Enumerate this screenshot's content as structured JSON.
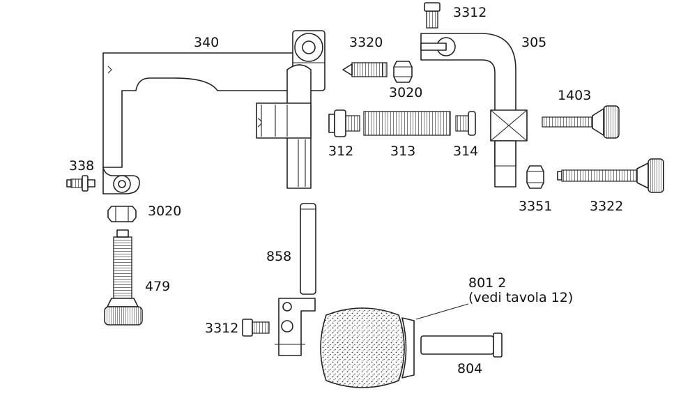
{
  "labels": {
    "p3312_top": "3312",
    "p340": "340",
    "p3320": "3320",
    "p305": "305",
    "p3020_mid": "3020",
    "p1403": "1403",
    "p312": "312",
    "p313": "313",
    "p314": "314",
    "p338": "338",
    "p3020_left": "3020",
    "p3351": "3351",
    "p3322": "3322",
    "p858": "858",
    "p479": "479",
    "p801_line1": "801 2",
    "p801_line2": "(vedi tavola 12)",
    "p3312_bottom": "3312",
    "p804": "804"
  },
  "colors": {
    "stroke": "#222222",
    "background": "#ffffff",
    "fill_dots": "#333333"
  }
}
